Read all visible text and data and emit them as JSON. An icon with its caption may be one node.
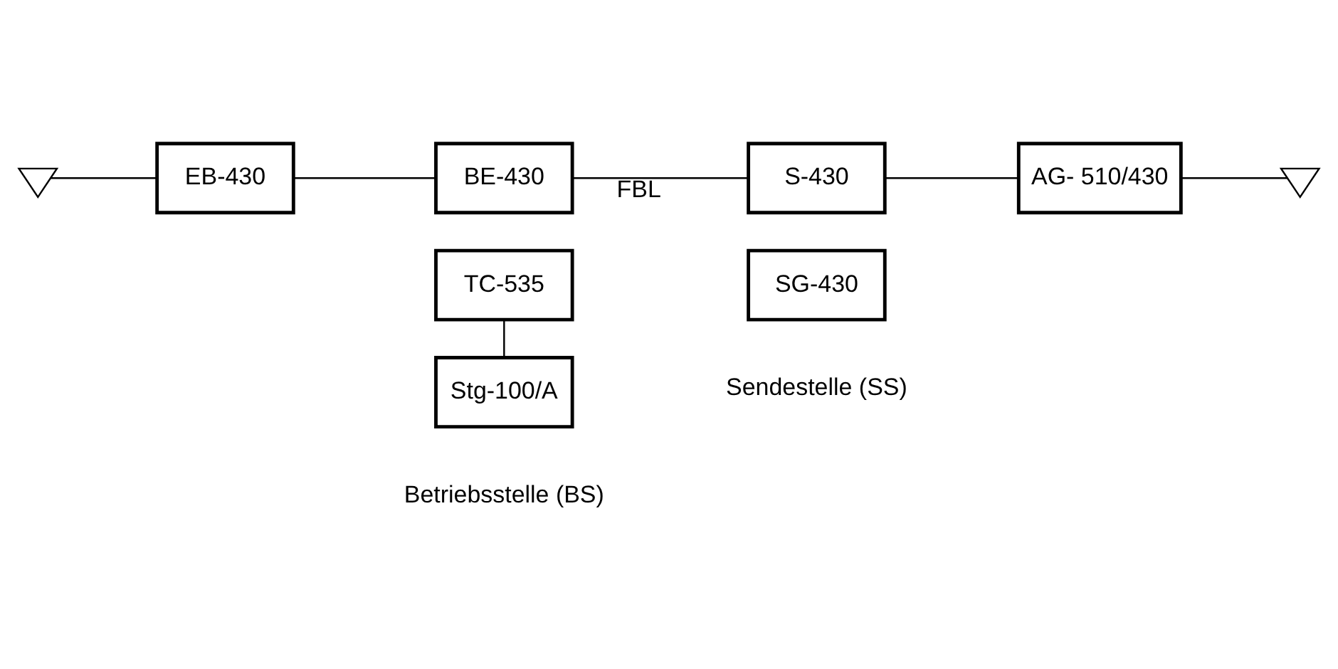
{
  "diagram": {
    "nodes": [
      {
        "text": [],
        "shape": "antenna"
      },
      {
        "text": [
          "EB-430"
        ]
      },
      {
        "text": [
          "BE-430"
        ]
      },
      {
        "text": [
          "TC-535"
        ]
      },
      {
        "text": [
          "Stg-100/A"
        ]
      },
      {
        "text": [
          "S-430"
        ]
      },
      {
        "text": [
          "SG-430"
        ]
      },
      {
        "text": [
          "AG- 510/430"
        ]
      },
      {
        "text": [],
        "shape": "antenna"
      }
    ],
    "edges": [
      {
        "from": 0,
        "to": 1,
        "arrow": "none"
      },
      {
        "from": 1,
        "to": 2,
        "arrow": "none"
      },
      {
        "from": 2,
        "to": 5,
        "arrow": "none",
        "label": "FBL"
      },
      {
        "from": 3,
        "to": 4,
        "arrow": "none"
      },
      {
        "from": 5,
        "to": 7,
        "arrow": "none"
      },
      {
        "from": 7,
        "to": 8,
        "arrow": "none"
      }
    ],
    "labels": [
      "Betriebsstelle (BS)",
      "Sendestelle (SS)"
    ]
  }
}
